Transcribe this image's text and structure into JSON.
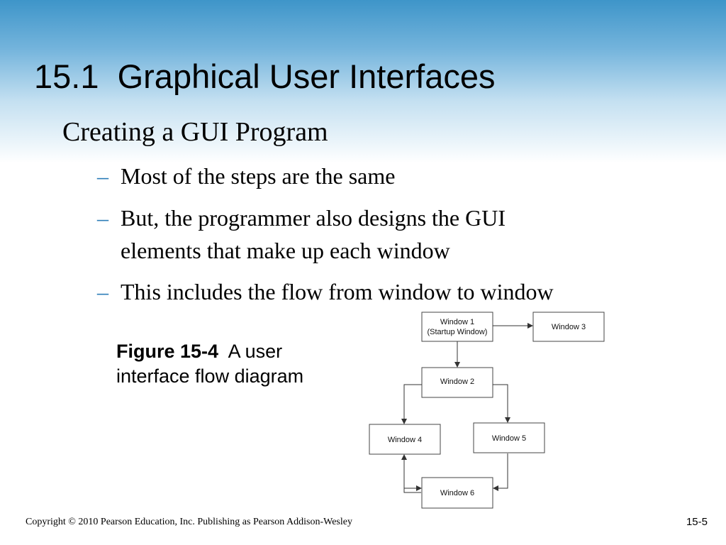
{
  "slide": {
    "title": "15.1  Graphical User Interfaces",
    "heading": "Creating a GUI Program",
    "bullets": [
      {
        "line1": "Most of the steps are the same"
      },
      {
        "line1": "But, the programmer also designs the GUI",
        "line2": "elements that make up each window"
      },
      {
        "line1": "This includes the flow from window to window"
      }
    ],
    "bullet_marker": "–"
  },
  "figure": {
    "label": "Figure 15-4",
    "caption": "A user interface flow diagram",
    "nodes": {
      "window1_line1": "Window 1",
      "window1_line2": "(Startup Window)",
      "window2": "Window 2",
      "window3": "Window 3",
      "window4": "Window 4",
      "window5": "Window 5",
      "window6": "Window 6"
    }
  },
  "footer": {
    "copyright": "Copyright © 2010 Pearson Education, Inc. Publishing as Pearson Addison-Wesley",
    "page_number": "15-5"
  },
  "colors": {
    "header_top": "#3e95c9",
    "bullet_dash": "#2f7fb8"
  }
}
